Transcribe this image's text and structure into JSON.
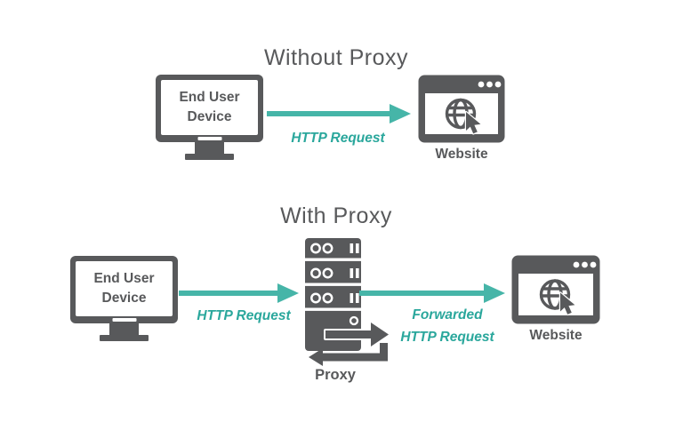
{
  "colors": {
    "dark_gray": "#58595b",
    "teal_arrow": "#46b5a8",
    "teal_text": "#2aa79c",
    "background": "#ffffff"
  },
  "without_proxy": {
    "title": "Without Proxy",
    "device_line1": "End User",
    "device_line2": "Device",
    "request_label": "HTTP Request",
    "website_label": "Website"
  },
  "with_proxy": {
    "title": "With Proxy",
    "device_line1": "End User",
    "device_line2": "Device",
    "request_label": "HTTP Request",
    "proxy_label": "Proxy",
    "forwarded_line1": "Forwarded",
    "forwarded_line2": "HTTP Request",
    "website_label": "Website"
  }
}
